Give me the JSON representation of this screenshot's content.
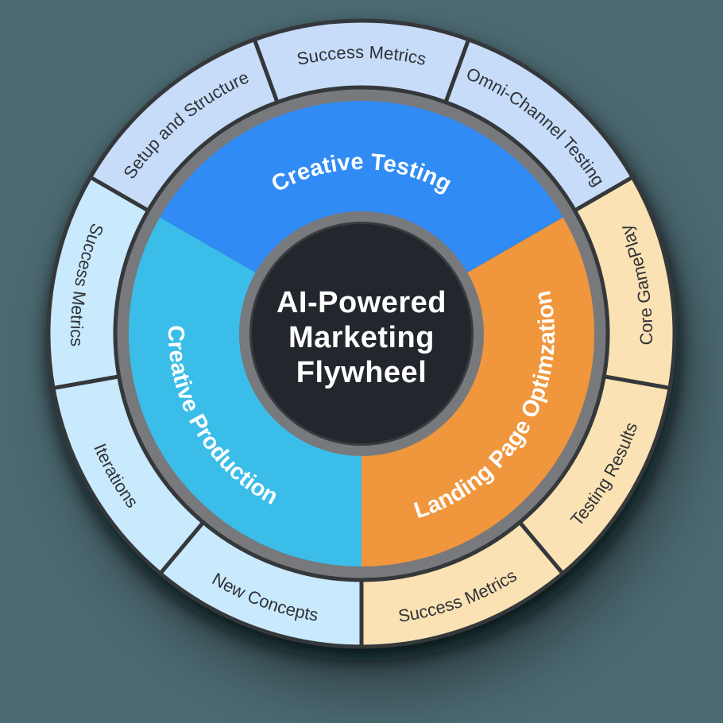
{
  "page": {
    "background_color": "#4c6a72"
  },
  "diagram": {
    "title_lines": [
      "AI-Powered",
      "Marketing",
      "Flywheel"
    ],
    "colors": {
      "center_fill": "#22262d",
      "center_edge": "#383c40",
      "ring_gray": "#77797c",
      "outline_dark": "#35383b",
      "label_dark": "#2f3337",
      "label_light": "#ffffff",
      "shadow": "#05080a"
    },
    "inner_segments": [
      {
        "label": "Creative Testing",
        "color": "#318bf4",
        "start": 30,
        "end": 150,
        "text_style": "normal"
      },
      {
        "label": "Creative Production",
        "color": "#3bbde9",
        "start": 150,
        "end": 270,
        "text_style": "flipped"
      },
      {
        "label": "Landing Page Optimzation",
        "color": "#f0963c",
        "start": 270,
        "end": 390,
        "text_style": "flipped"
      }
    ],
    "outer_segments": [
      {
        "label": "Success Metrics",
        "color": "#c7dcf9",
        "start": 70,
        "end": 110,
        "text_style": "normal"
      },
      {
        "label": "Omni-Channel Testing",
        "color": "#c7dcf9",
        "start": 30,
        "end": 70,
        "text_style": "normal"
      },
      {
        "label": "Core GamePlay",
        "color": "#fbe2b4",
        "start": -10,
        "end": 30,
        "text_style": "flipped"
      },
      {
        "label": "Testing Results",
        "color": "#fbe2b4",
        "start": 310,
        "end": 350,
        "text_style": "flipped"
      },
      {
        "label": "Success Metrics",
        "color": "#fbe2b4",
        "start": 270,
        "end": 310,
        "text_style": "flipped"
      },
      {
        "label": "New Concepts",
        "color": "#c9e9fd",
        "start": 230,
        "end": 270,
        "text_style": "flipped"
      },
      {
        "label": "Iterations",
        "color": "#c9e9fd",
        "start": 190,
        "end": 230,
        "text_style": "flipped"
      },
      {
        "label": "Success Metrics",
        "color": "#c9e9fd",
        "start": 150,
        "end": 190,
        "text_style": "flipped"
      },
      {
        "label": "Setup and Structure",
        "color": "#c7dcf9",
        "start": 110,
        "end": 150,
        "text_style": "normal"
      }
    ]
  }
}
